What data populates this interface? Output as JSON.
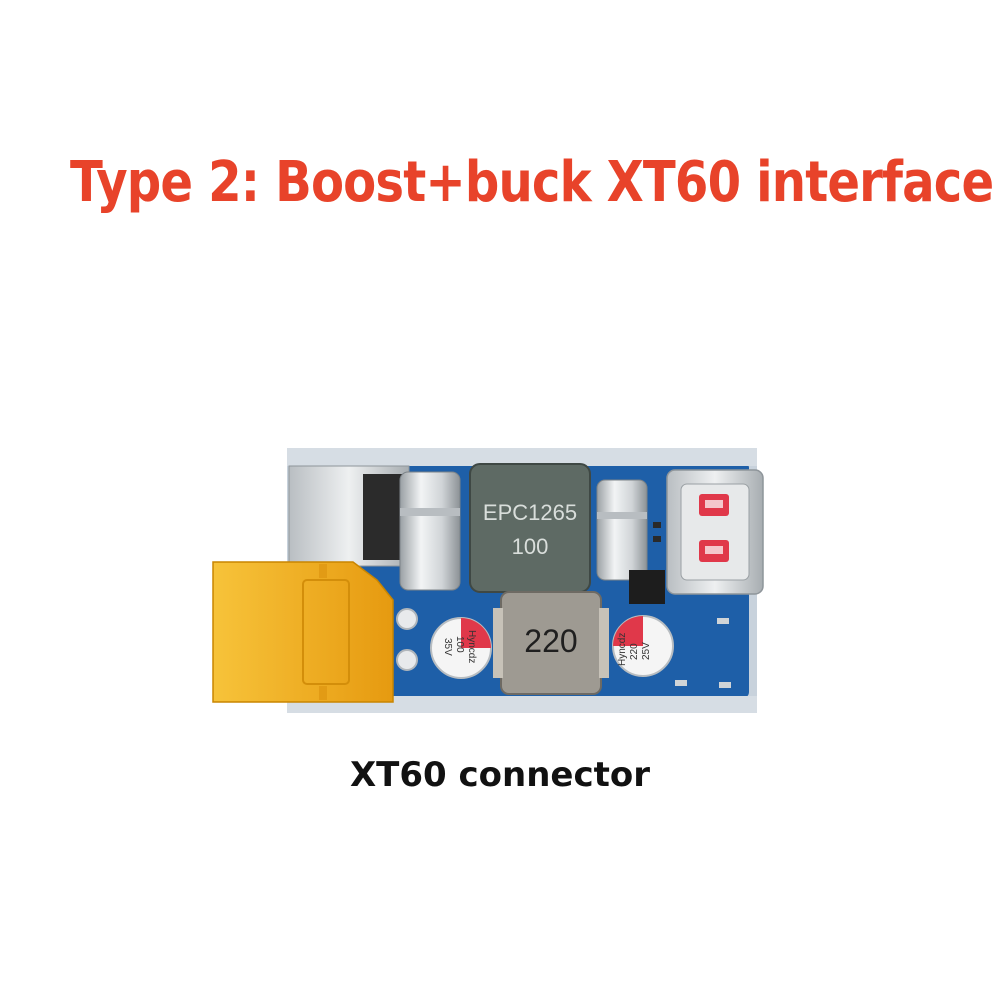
{
  "headline": {
    "text": "Type 2: Boost+buck XT60 interface",
    "color": "#e8432a"
  },
  "caption": {
    "text": "XT60 connector"
  },
  "board": {
    "pcb_color": "#1e5fa8",
    "inductor_large": {
      "line1": "EPC1265",
      "line2": "100"
    },
    "inductor_small": {
      "label": "220"
    },
    "cap_left": {
      "line1": "35V",
      "line2": "100",
      "line3": "Hyncdz"
    },
    "cap_right": {
      "line1": "Hyncdz",
      "line2": "220",
      "line3": "25V"
    },
    "connector_color": "#f0a820",
    "port_accent": "#e0384a"
  }
}
